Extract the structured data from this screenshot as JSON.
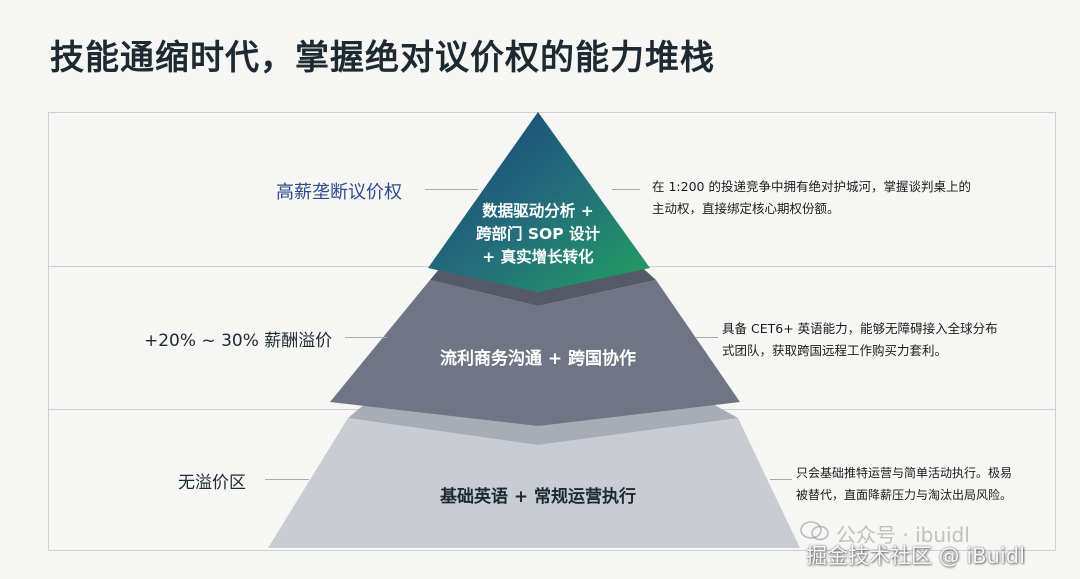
{
  "title": "技能通缩时代，掌握绝对议价权的能力堆栈",
  "levels": [
    {
      "label": "高薪垄断议价权",
      "layer_lines": [
        "数据驱动分析 +",
        "跨部门 SOP 设计",
        "+ 真实增长转化"
      ],
      "description_lines": [
        "在 1:200 的投递竞争中拥有绝对护城河，掌握谈判桌上的",
        "主动权，直接绑定核心期权份额。"
      ]
    },
    {
      "label": "+20% ~ 30% 薪酬溢价",
      "layer_text": "流利商务沟通 + 跨国协作",
      "description_lines": [
        "具备 CET6+ 英语能力，能够无障碍接入全球分布",
        "式团队，获取跨国远程工作购买力套利。"
      ]
    },
    {
      "label": "无溢价区",
      "layer_text": "基础英语 + 常规运营执行",
      "description_lines": [
        "只会基础推特运营与简单活动执行。极易",
        "被替代，直面降薪压力与淘汰出局风险。"
      ]
    }
  ],
  "watermarks": {
    "faint": "公众号 · ibuidl",
    "main": "掘金技术社区 @ iBuidl"
  },
  "colors": {
    "top_layer_gradient": [
      "#1a3f7a",
      "#23707a",
      "#22a060"
    ],
    "mid_layer": "#6f7584",
    "mid_step": "#555a66",
    "bottom_layer": "#c9ccd2",
    "bottom_step": "#a8acb4",
    "top_label": "#2e4a8e"
  },
  "icons": {
    "wechat": "wechat-icon"
  }
}
